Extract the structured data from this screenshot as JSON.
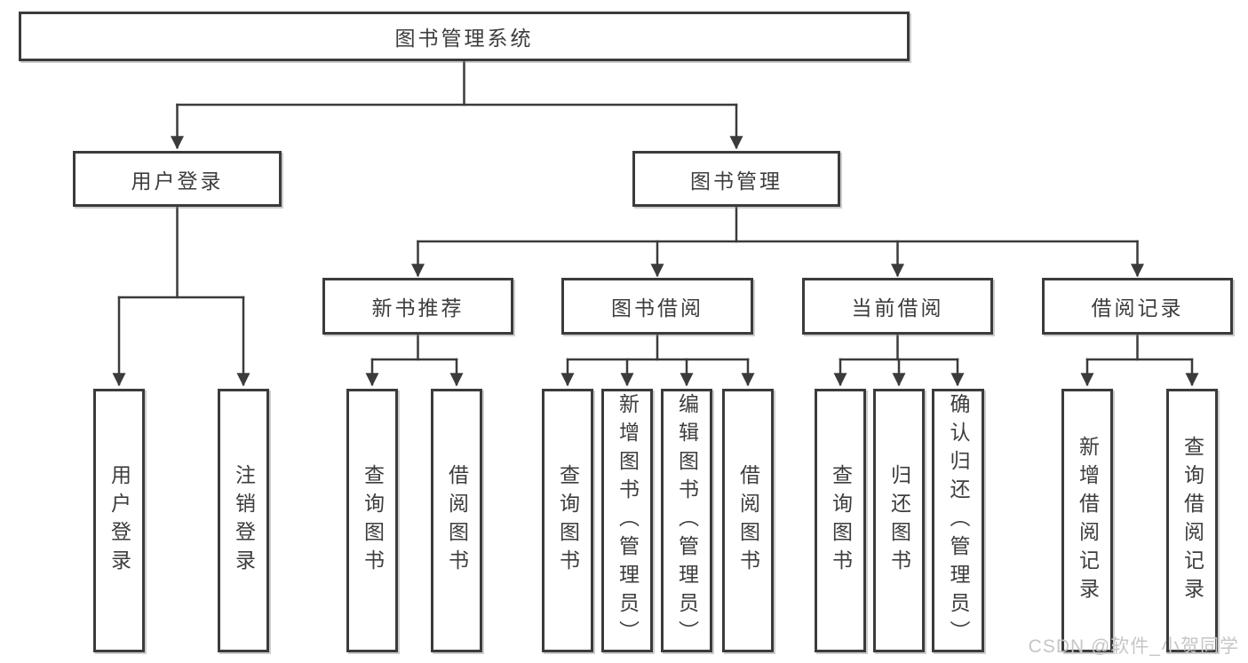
{
  "diagram": {
    "root": "图书管理系统",
    "branches": [
      {
        "label": "用户登录",
        "children": [
          "用户登录",
          "注销登录"
        ]
      },
      {
        "label": "图书管理",
        "groups": [
          {
            "label": "新书推荐",
            "children": [
              "查询图书",
              "借阅图书"
            ]
          },
          {
            "label": "图书借阅",
            "children": [
              "查询图书",
              "新增图书（管理员）",
              "编辑图书（管理员）",
              "借阅图书"
            ]
          },
          {
            "label": "当前借阅",
            "children": [
              "查询图书",
              "归还图书",
              "确认归还（管理员）"
            ]
          },
          {
            "label": "借阅记录",
            "children": [
              "新增借阅记录",
              "查询借阅记录"
            ]
          }
        ]
      }
    ]
  },
  "watermark": "CSDN @软件_小贺同学",
  "colors": {
    "line": "#3b3b3b",
    "text": "#3d3d3d",
    "watermark_text": "#c6c6c6",
    "background": "#ffffff"
  }
}
